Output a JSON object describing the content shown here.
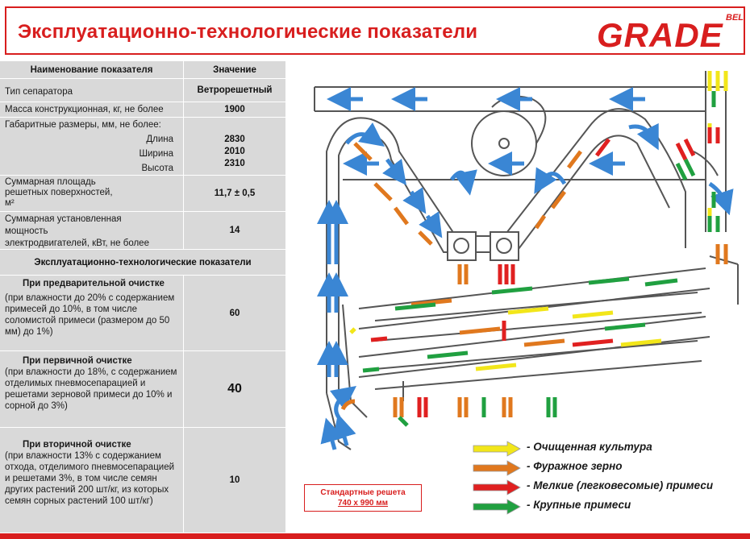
{
  "header": {
    "title": "Эксплуатационно-технологические  показатели",
    "logo_main": "GRADE",
    "logo_sub": "BEL"
  },
  "table": {
    "col_name": "Наименование показателя",
    "col_value": "Значение",
    "rows": {
      "separator_type": {
        "label": "Тип сепаратора",
        "value": "Ветрорешетный"
      },
      "mass": {
        "label": "Масса конструкционная, кг, не более",
        "value": "1900"
      },
      "dims": {
        "label": "Габаритные размеры, мм, не более:",
        "length_label": "Длина",
        "width_label": "Ширина",
        "height_label": "Высота",
        "length": "2830",
        "width": "2010",
        "height": "2310"
      },
      "sieve_area": {
        "label_1": "Суммарная площадь",
        "label_2": "решетных  поверхностей,",
        "label_3": "м²",
        "value": "11,7 ± 0,5"
      },
      "power": {
        "label_1": "Суммарная    установленная",
        "label_2": "мощность",
        "label_3": "электродвигателей, кВт, не более",
        "value": "14"
      },
      "section_title": "Эксплуатационно-технологические показатели",
      "pre": {
        "title": "При предварительной очистке",
        "text": "(при влажности до 20% с содержанием примесей до 10%, в том числе соломистой примеси (размером до 50 мм) до 1%)",
        "value": "60"
      },
      "primary": {
        "title": "При первичной очистке",
        "text": "(при влажности до 18%, с содержанием  отделимых пневмосепарацией и решетами зерновой примеси до 10% и сорной до 3%)",
        "value": "40"
      },
      "secondary": {
        "title": "При вторичной очистке",
        "text": "(при влажности 13% с содержанием  отхода, отделимого пневмосепарацией и  решетами 3%, в том числе семян других растений 200 шт/кг, из которых семян  сорных растений 100 шт/кг)",
        "value": "10"
      }
    }
  },
  "legend": [
    {
      "label": "- Очищенная культура",
      "color": "#f2e61a"
    },
    {
      "label": "- Фуражное зерно",
      "color": "#e0781e"
    },
    {
      "label": "- Мелкие (легковесомые) примеси",
      "color": "#e02020"
    },
    {
      "label": "- Крупные примеси",
      "color": "#20a040"
    }
  ],
  "sieve_note": {
    "line1": "Стандартные решета",
    "line2": "740 х 990 мм"
  },
  "colors": {
    "accent": "#d81e1e",
    "blue": "#3a86d4",
    "yellow": "#f2e61a",
    "orange": "#e0781e",
    "red": "#e02020",
    "green": "#20a040"
  }
}
